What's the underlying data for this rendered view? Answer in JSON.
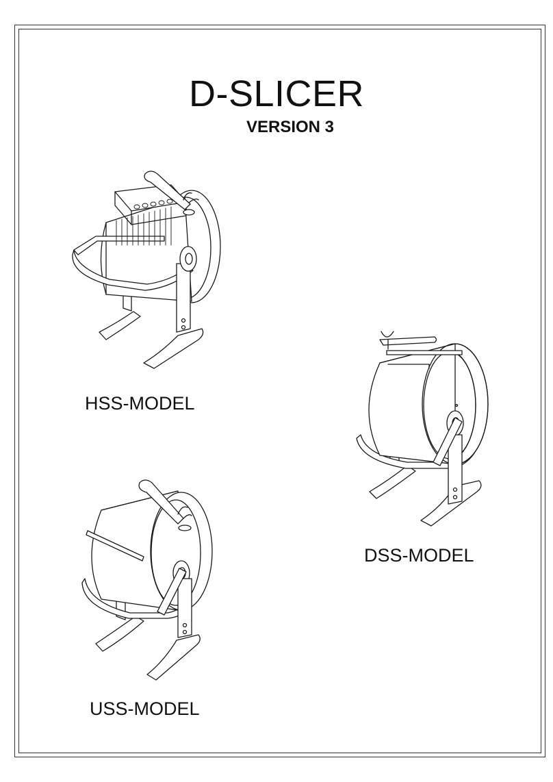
{
  "document": {
    "title": "D-SLICER",
    "subtitle": "VERSION 3"
  },
  "models": [
    {
      "label": "HSS-MODEL",
      "icon": "hss-slicer-illustration"
    },
    {
      "label": "DSS-MODEL",
      "icon": "dss-slicer-illustration"
    },
    {
      "label": "USS-MODEL",
      "icon": "uss-slicer-illustration"
    }
  ],
  "colors": {
    "line": "#1a1a1a",
    "background": "#ffffff"
  }
}
